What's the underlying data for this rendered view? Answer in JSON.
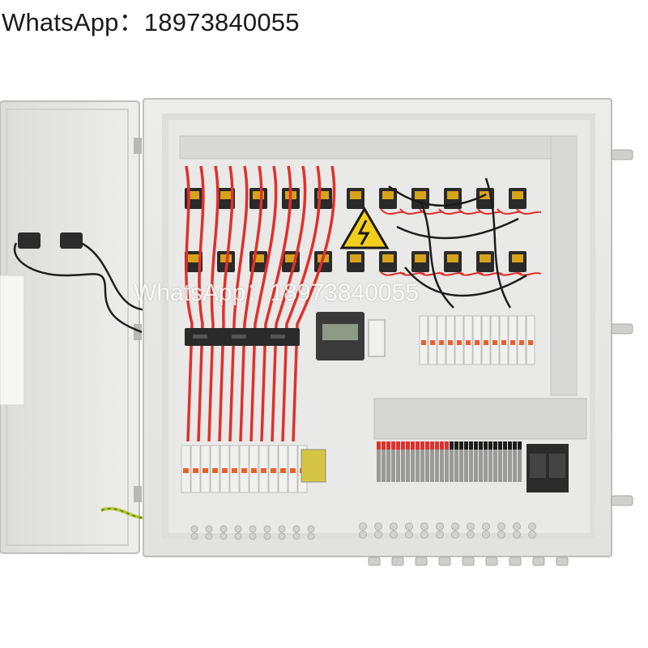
{
  "header": {
    "caption": "WhatsApp：18973840055"
  },
  "overlay": {
    "watermark": "WhatsApp：18973840055"
  },
  "colors": {
    "enclosure": "#e8e8e6",
    "enclosure_shadow": "#c9c9c6",
    "wire_red": "#e0302c",
    "wire_black": "#1c1c1c",
    "busbar": "#2a2a2a",
    "breaker": "#f1f1ef",
    "warning_yellow": "#f4cf1a"
  },
  "scene": {
    "description_icons": [
      "enclosure-door",
      "terminal-fuses",
      "warning-triangle-icon",
      "surge-protector",
      "breakers",
      "cable-glands"
    ]
  }
}
